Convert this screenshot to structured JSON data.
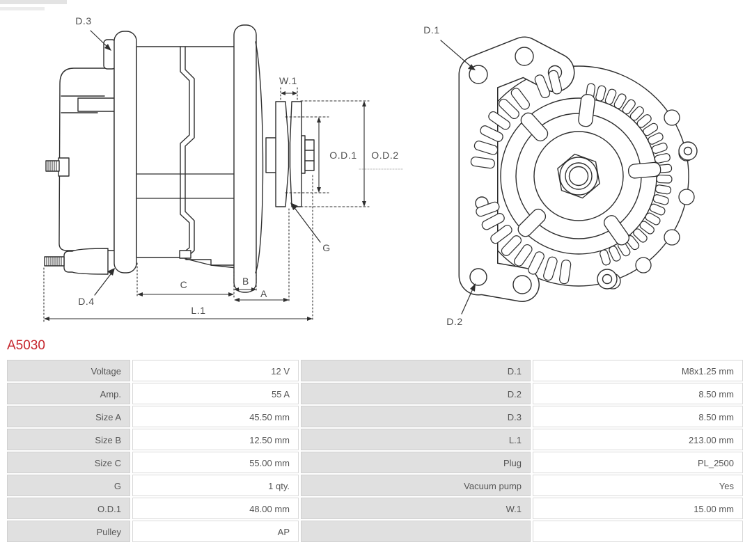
{
  "part_number": "A5030",
  "diagram": {
    "side_view": {
      "labels": {
        "d3": "D.3",
        "d4": "D.4",
        "w1": "W.1",
        "od1": "O.D.1",
        "od2": "O.D.2",
        "g": "G",
        "a": "A",
        "b": "B",
        "c": "C",
        "l1": "L.1"
      }
    },
    "front_view": {
      "labels": {
        "d1": "D.1",
        "d2": "D.2"
      }
    }
  },
  "table": {
    "left_rows": [
      {
        "label": "Voltage",
        "value": "12 V"
      },
      {
        "label": "Amp.",
        "value": "55 A"
      },
      {
        "label": "Size A",
        "value": "45.50 mm"
      },
      {
        "label": "Size B",
        "value": "12.50 mm"
      },
      {
        "label": "Size C",
        "value": "55.00 mm"
      },
      {
        "label": "G",
        "value": "1 qty."
      },
      {
        "label": "O.D.1",
        "value": "48.00 mm"
      },
      {
        "label": "Pulley",
        "value": "AP"
      }
    ],
    "right_rows": [
      {
        "label": "D.1",
        "value": "M8x1.25 mm"
      },
      {
        "label": "D.2",
        "value": "8.50 mm"
      },
      {
        "label": "D.3",
        "value": "8.50 mm"
      },
      {
        "label": "L.1",
        "value": "213.00 mm"
      },
      {
        "label": "Plug",
        "value": "PL_2500"
      },
      {
        "label": "Vacuum pump",
        "value": "Yes"
      },
      {
        "label": "W.1",
        "value": "15.00 mm"
      },
      {
        "label": "",
        "value": ""
      }
    ]
  },
  "colors": {
    "accent_red": "#c5242b",
    "line": "#2e2e2e",
    "label_cell_bg": "#e0e0e0",
    "table_text": "#555555"
  }
}
